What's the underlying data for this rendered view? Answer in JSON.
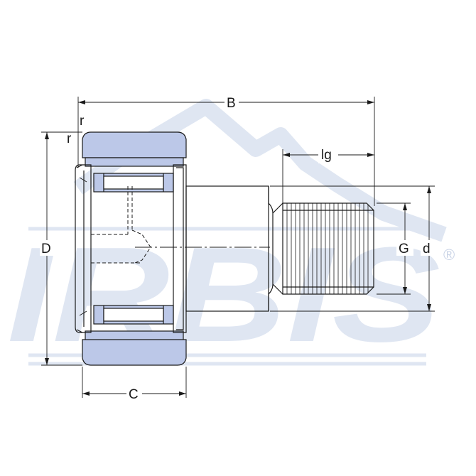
{
  "watermark": {
    "brand_text": "IRBIS",
    "registered_mark": "®",
    "color": "#dfe6f2"
  },
  "drawing": {
    "part_type": "stud-type track roller (cam follower)",
    "roller_fill_color": "#bcc8e8",
    "line_color": "#1a1a1a"
  },
  "dimensions": {
    "B": "B",
    "lg": "lg",
    "r_top": "r",
    "r_side": "r",
    "D": "D",
    "C": "C",
    "G": "G",
    "d": "d"
  }
}
